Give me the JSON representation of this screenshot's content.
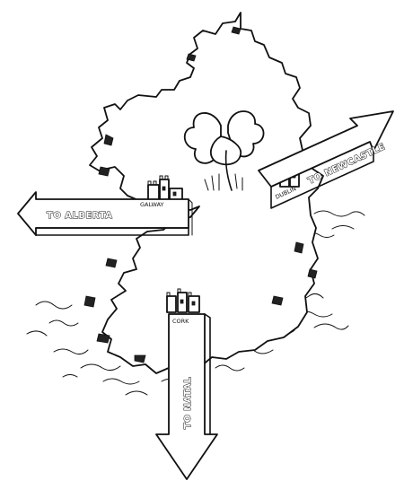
{
  "cities": {
    "galway": "GALWAY",
    "dublin": "DUBLIN",
    "cork": "CORK"
  },
  "arrows": {
    "alberta": "TO ALBERTA",
    "newcastle": "TO NEWCASTLE",
    "natal": "TO NATAL"
  },
  "colors": {
    "ink": "#111111",
    "paper": "#ffffff"
  }
}
